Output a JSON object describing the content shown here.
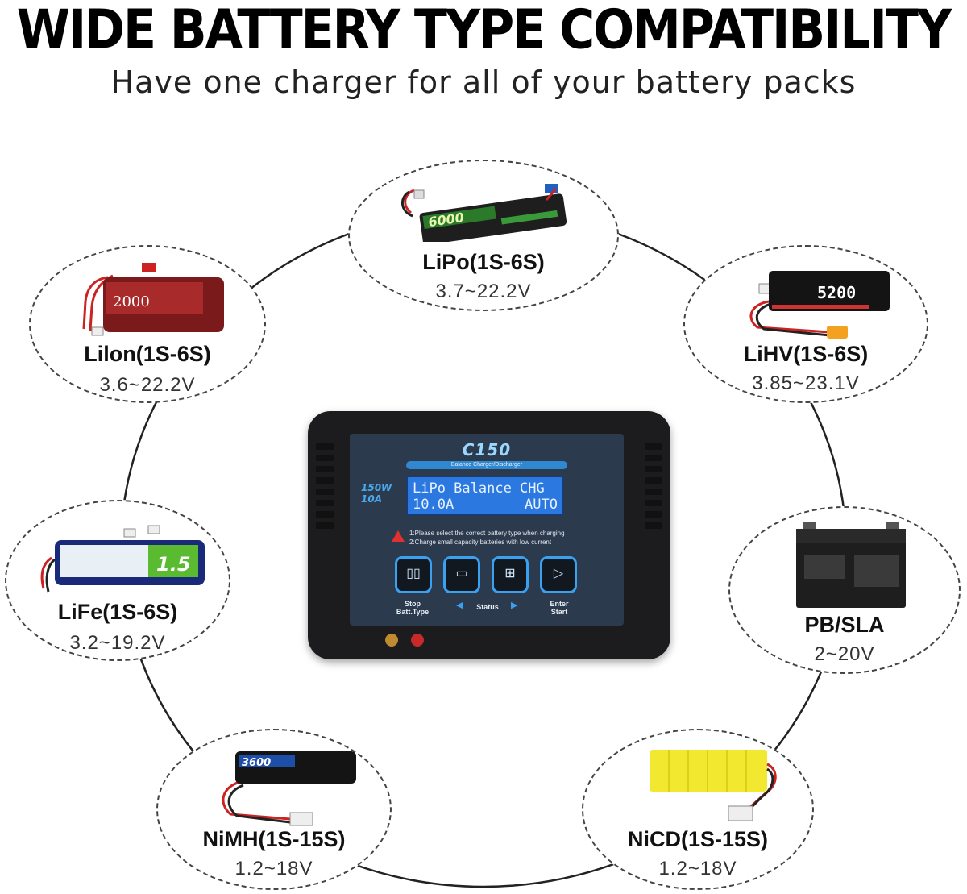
{
  "header": {
    "title": "WIDE BATTERY TYPE COMPATIBILITY",
    "subtitle": "Have one charger for all of your battery packs"
  },
  "batteries": [
    {
      "name": "LiPo(1S-6S)",
      "voltage": "3.7~22.2V",
      "label_text": "6000"
    },
    {
      "name": "LiHV(1S-6S)",
      "voltage": "3.85~23.1V",
      "label_text": "5200"
    },
    {
      "name": "PB/SLA",
      "voltage": "2~20V"
    },
    {
      "name": "NiCD(1S-15S)",
      "voltage": "1.2~18V"
    },
    {
      "name": "NiMH(1S-15S)",
      "voltage": "1.2~18V",
      "label_text": "3600"
    },
    {
      "name": "LiFe(1S-6S)",
      "voltage": "3.2~19.2V",
      "label_text": "1.5"
    },
    {
      "name": "Lilon(1S-6S)",
      "voltage": "3.6~22.2V",
      "label_text": "2000"
    }
  ],
  "charger": {
    "logo": "C150",
    "logo_subtitle": "Balance Charger/Discharger",
    "spec_power": "150W",
    "spec_current": "10A",
    "lcd_line1_left": "LiPo Balance CHG",
    "lcd_line2_left": "10.0A",
    "lcd_line2_right": "AUTO",
    "warning_1": "1:Please select the correct battery type when charging",
    "warning_2": "2:Charge small capacity batteries with low current",
    "buttons": [
      {
        "label_1": "Stop",
        "label_2": "Batt.Type"
      },
      {
        "label_1": "Status",
        "label_2": ""
      },
      {
        "label_1": "Enter",
        "label_2": "Start"
      }
    ]
  },
  "colors": {
    "panel": "#2c3a4e",
    "lcd": "#2a78e0",
    "accent": "#3aa0f0"
  }
}
